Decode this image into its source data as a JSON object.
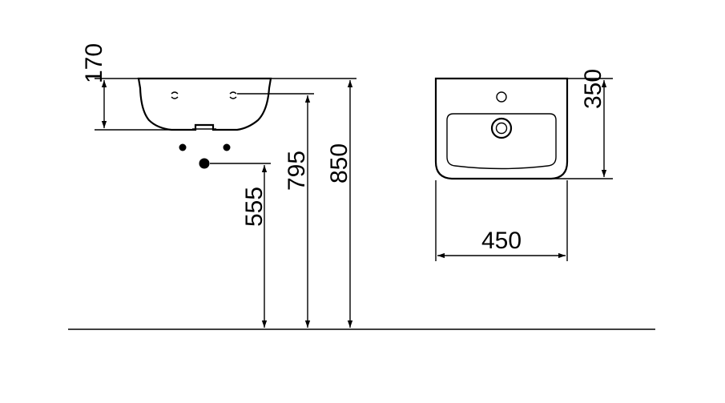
{
  "dimensions": {
    "basin_height": "170",
    "drain_height": "555",
    "hole_height": "795",
    "rim_height": "850",
    "basin_depth": "350",
    "basin_width": "450"
  }
}
